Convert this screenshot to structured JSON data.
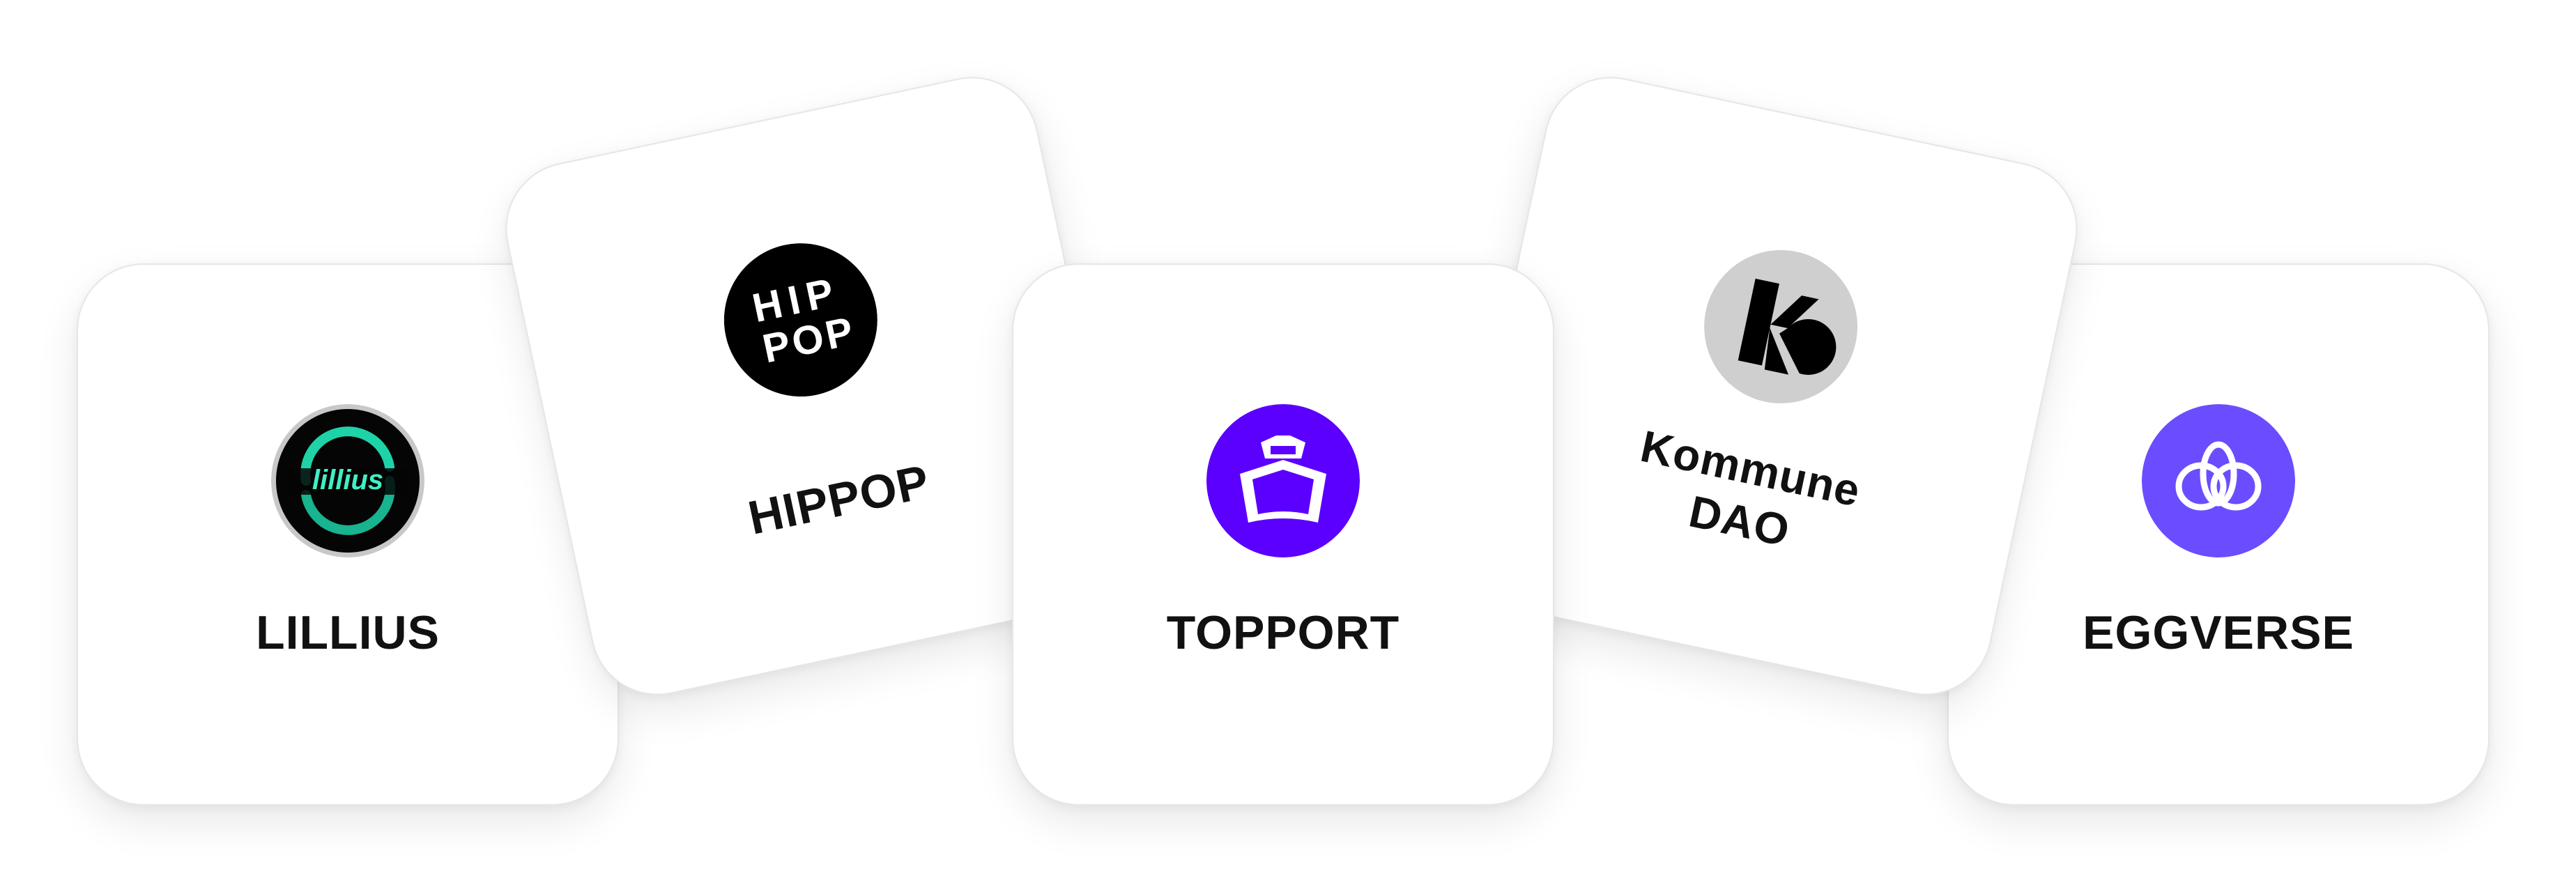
{
  "cards": [
    {
      "id": "lillius",
      "name": "LILLIUS",
      "logo_icon": "lillius-logo-icon",
      "logo_text": "lillius",
      "color": "#1ED3A7"
    },
    {
      "id": "hippop",
      "name": "HIPPOP",
      "logo_icon": "hippop-logo-icon",
      "logo_text_line1": "HIP",
      "logo_text_line2": "POP",
      "color": "#000000"
    },
    {
      "id": "topport",
      "name": "TOPPORT",
      "logo_icon": "topport-logo-icon",
      "color": "#5B00FF"
    },
    {
      "id": "kommune",
      "name": "Kommune\nDAO",
      "logo_icon": "kommune-logo-icon",
      "color": "#CFCFCF"
    },
    {
      "id": "eggverse",
      "name": "EGGVERSE",
      "logo_icon": "eggverse-logo-icon",
      "color": "#6B4DFF"
    }
  ]
}
